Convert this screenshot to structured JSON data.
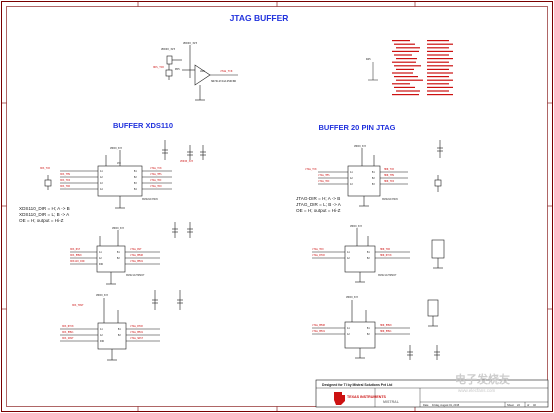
{
  "titles": {
    "main": "JTAG BUFFER",
    "left": "BUFFER XDS110",
    "right": "BUFFER 20 PIN JTAG"
  },
  "notes": {
    "left": [
      "XDS110_DIR = H; A -> B",
      "XDS110_DIR = L; B -> A",
      "OE = H; output = Hi-Z"
    ],
    "right": [
      "JTAG-DIR = H; A -> B",
      "JTAG_DIR = L; B -> A",
      "OE = H; output = Hi-Z"
    ]
  },
  "title_block": {
    "designed_for": "Designed for TI by Mistral Solutions Pvt Ltd",
    "company": "TEXAS INSTRUMENTS",
    "mistral": "MISTRAL",
    "date_label": "Date",
    "date_value": "Friday, August 01, 2015",
    "sheet_label": "Sheet",
    "sheet_value": "22",
    "of_label": "of",
    "of_value": "40"
  },
  "watermark": {
    "cn": "电子发烧友",
    "url": "www.elecfans.com"
  },
  "colors": {
    "border": "#7a0000",
    "title": "#2233dd",
    "wire": "#1a1a1a",
    "net": "#cc1111",
    "part": "#1a1a1a",
    "ic_fill": "#ffffff"
  }
}
